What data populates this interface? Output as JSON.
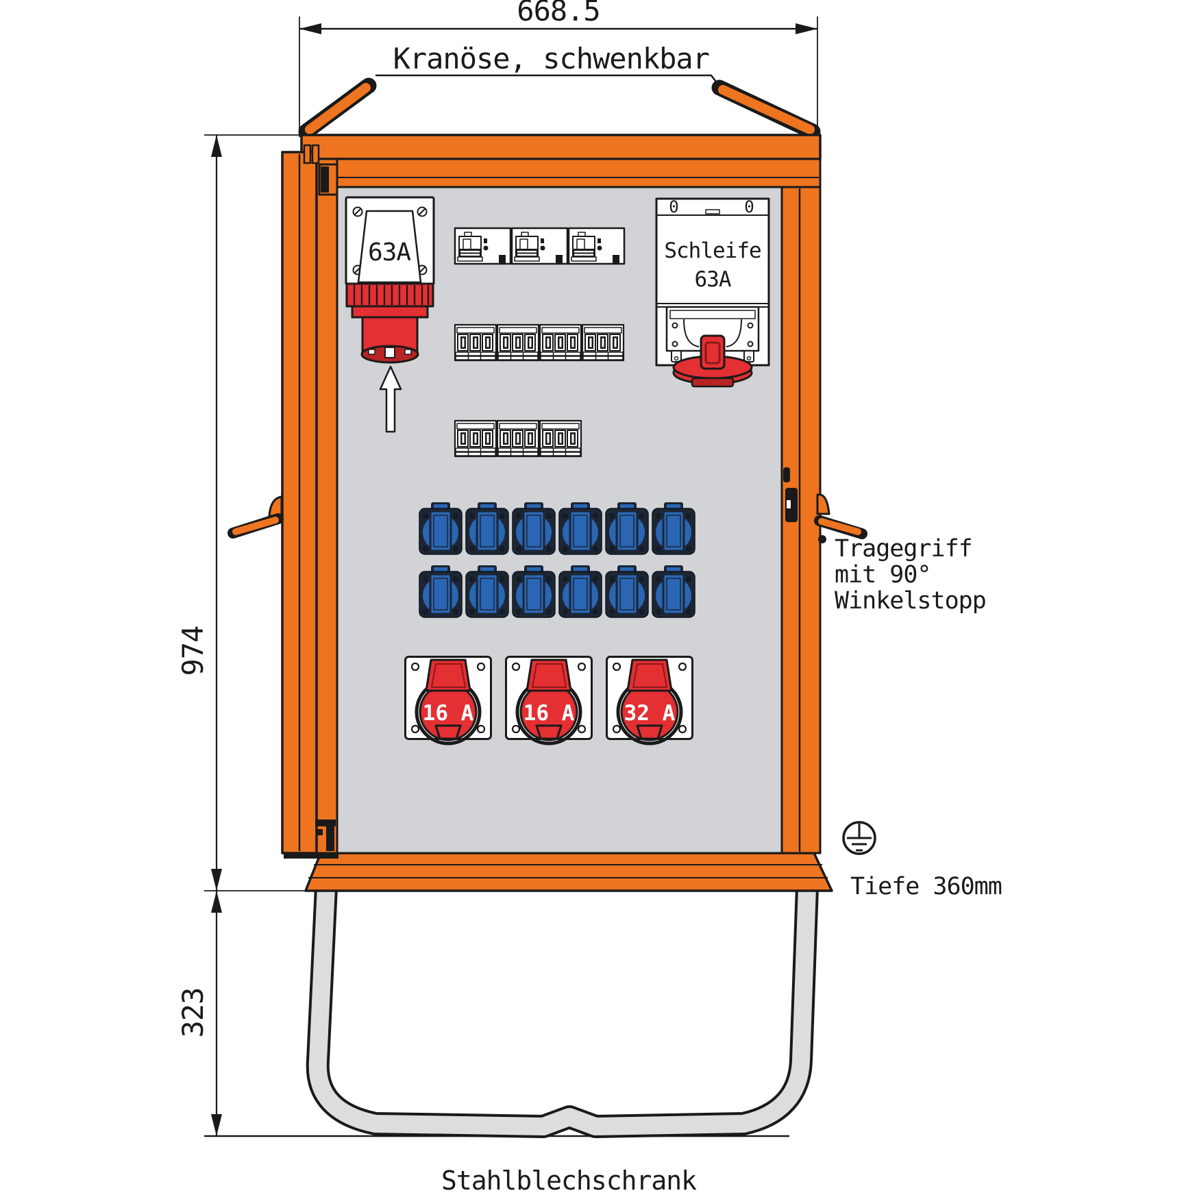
{
  "colors": {
    "orange": "#ee7420",
    "red": "#e42f33",
    "red_dark": "#b92424",
    "blue": "#2a66b4",
    "navy": "#1c2634",
    "panel": "#d2d3d6",
    "leg": "#dcdddd",
    "line": "#1a1a1a"
  },
  "dimensions": {
    "width": "668.5",
    "height_upper": "974",
    "height_lower": "323"
  },
  "labels": {
    "crane": "Kranöse, schwenkbar",
    "handle": [
      "Tragegriff",
      "mit 90°",
      "Winkelstopp"
    ],
    "depth": "Tiefe 360mm",
    "cabinet_type": "Stahlblechschrank"
  },
  "components": {
    "inlet_63a": {
      "label": "63A"
    },
    "loop": {
      "name": "Schleife",
      "rating": "63A",
      "indicator_left": "0",
      "indicator_right": "0"
    },
    "cee_sockets": [
      {
        "label": "16 A"
      },
      {
        "label": "16 A"
      },
      {
        "label": "32 A"
      }
    ],
    "schuko_sockets": {
      "rows": 2,
      "per_row": 6
    },
    "breaker_rows": {
      "row1": 3,
      "row2": 4,
      "row3": 3
    }
  }
}
